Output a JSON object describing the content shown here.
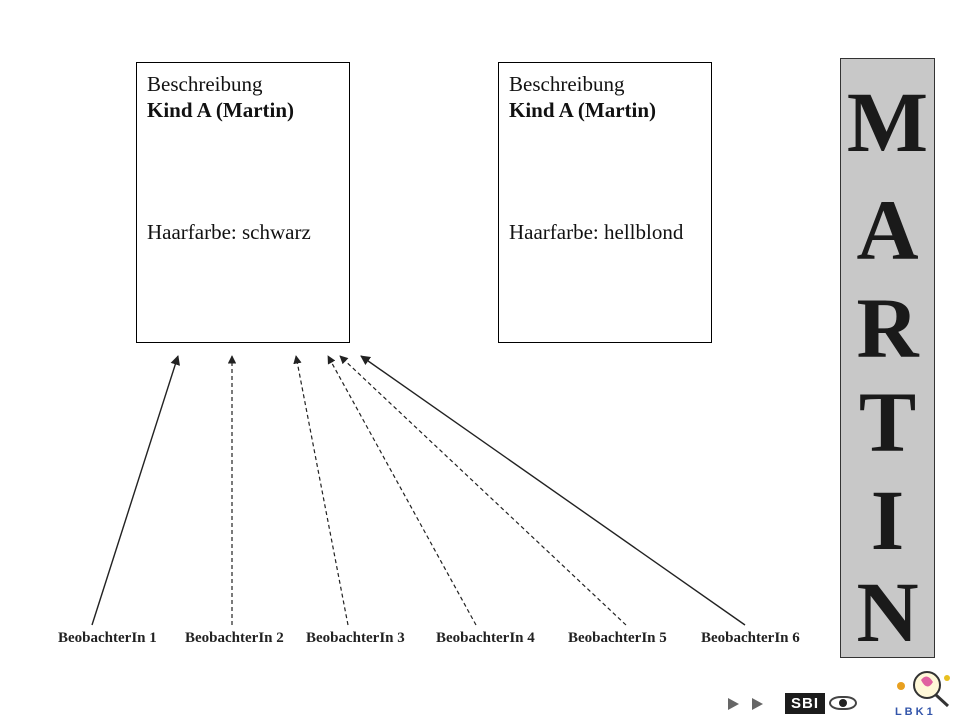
{
  "cards": [
    {
      "heading": "Beschreibung",
      "subject": "Kind A (Martin)",
      "attribute": "Haarfarbe: schwarz"
    },
    {
      "heading": "Beschreibung",
      "subject": "Kind A (Martin)",
      "attribute": "Haarfarbe: hellblond"
    }
  ],
  "name_letters": [
    "M",
    "A",
    "R",
    "T",
    "I",
    "N"
  ],
  "observers": [
    {
      "label": "BeobachterIn 1",
      "line": "solid"
    },
    {
      "label": "BeobachterIn 2",
      "line": "dashed"
    },
    {
      "label": "BeobachterIn  3",
      "line": "dashed"
    },
    {
      "label": "BeobachterIn  4",
      "line": "dashed"
    },
    {
      "label": "BeobachterIn   5",
      "line": "dashed"
    },
    {
      "label": "BeobachterIn 6",
      "line": "solid"
    }
  ],
  "footer": {
    "logo_sbi": "SBI",
    "logo_lbk": "L B K 1"
  },
  "colors": {
    "panel_bg": "#c8c8c8",
    "line": "#222222"
  }
}
